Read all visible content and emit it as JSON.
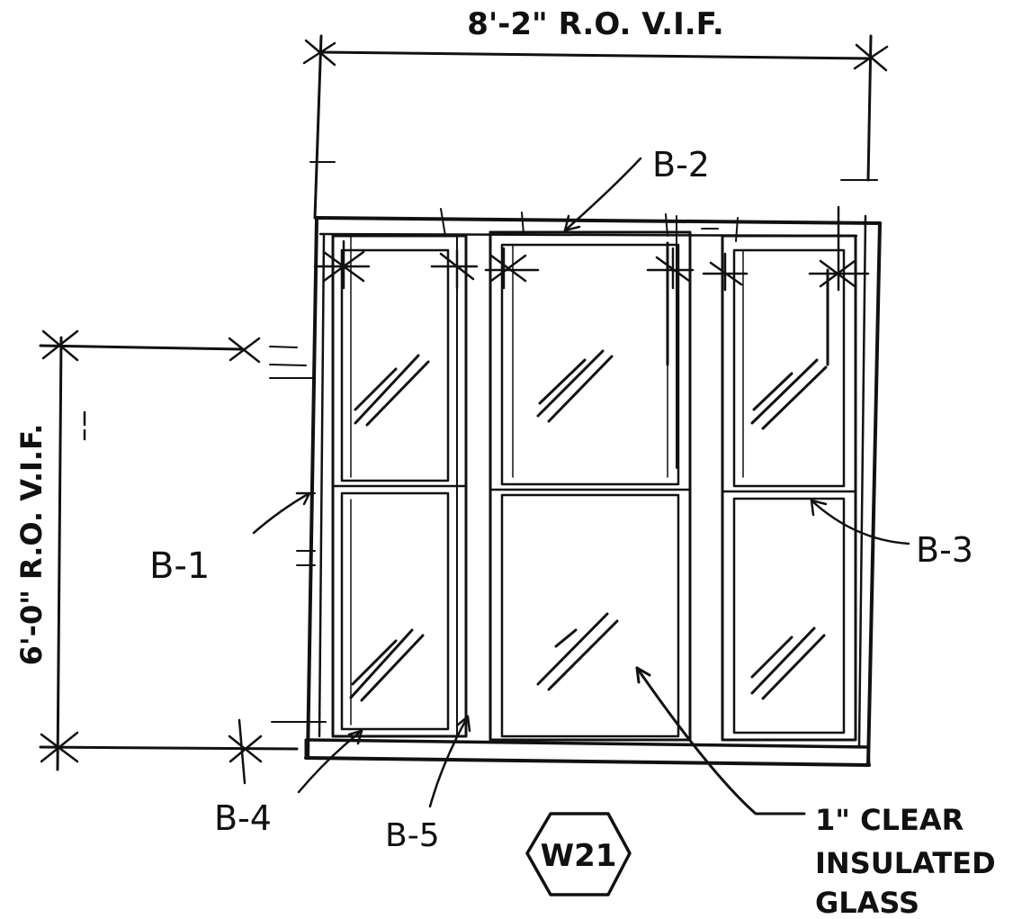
{
  "dimensions": {
    "width_label": "8'-2\" R.O. V.I.F.",
    "height_label": "6'-0\" R.O. V.I.F."
  },
  "callouts": {
    "b1": "B-1",
    "b2": "B-2",
    "b3": "B-3",
    "b4": "B-4",
    "b5": "B-5"
  },
  "glass_note": {
    "line1": "1\" CLEAR",
    "line2": "INSULATED",
    "line3": "GLASS"
  },
  "window_tag": "W21",
  "colors": {
    "ink": "#111111",
    "paper": "#ffffff"
  }
}
